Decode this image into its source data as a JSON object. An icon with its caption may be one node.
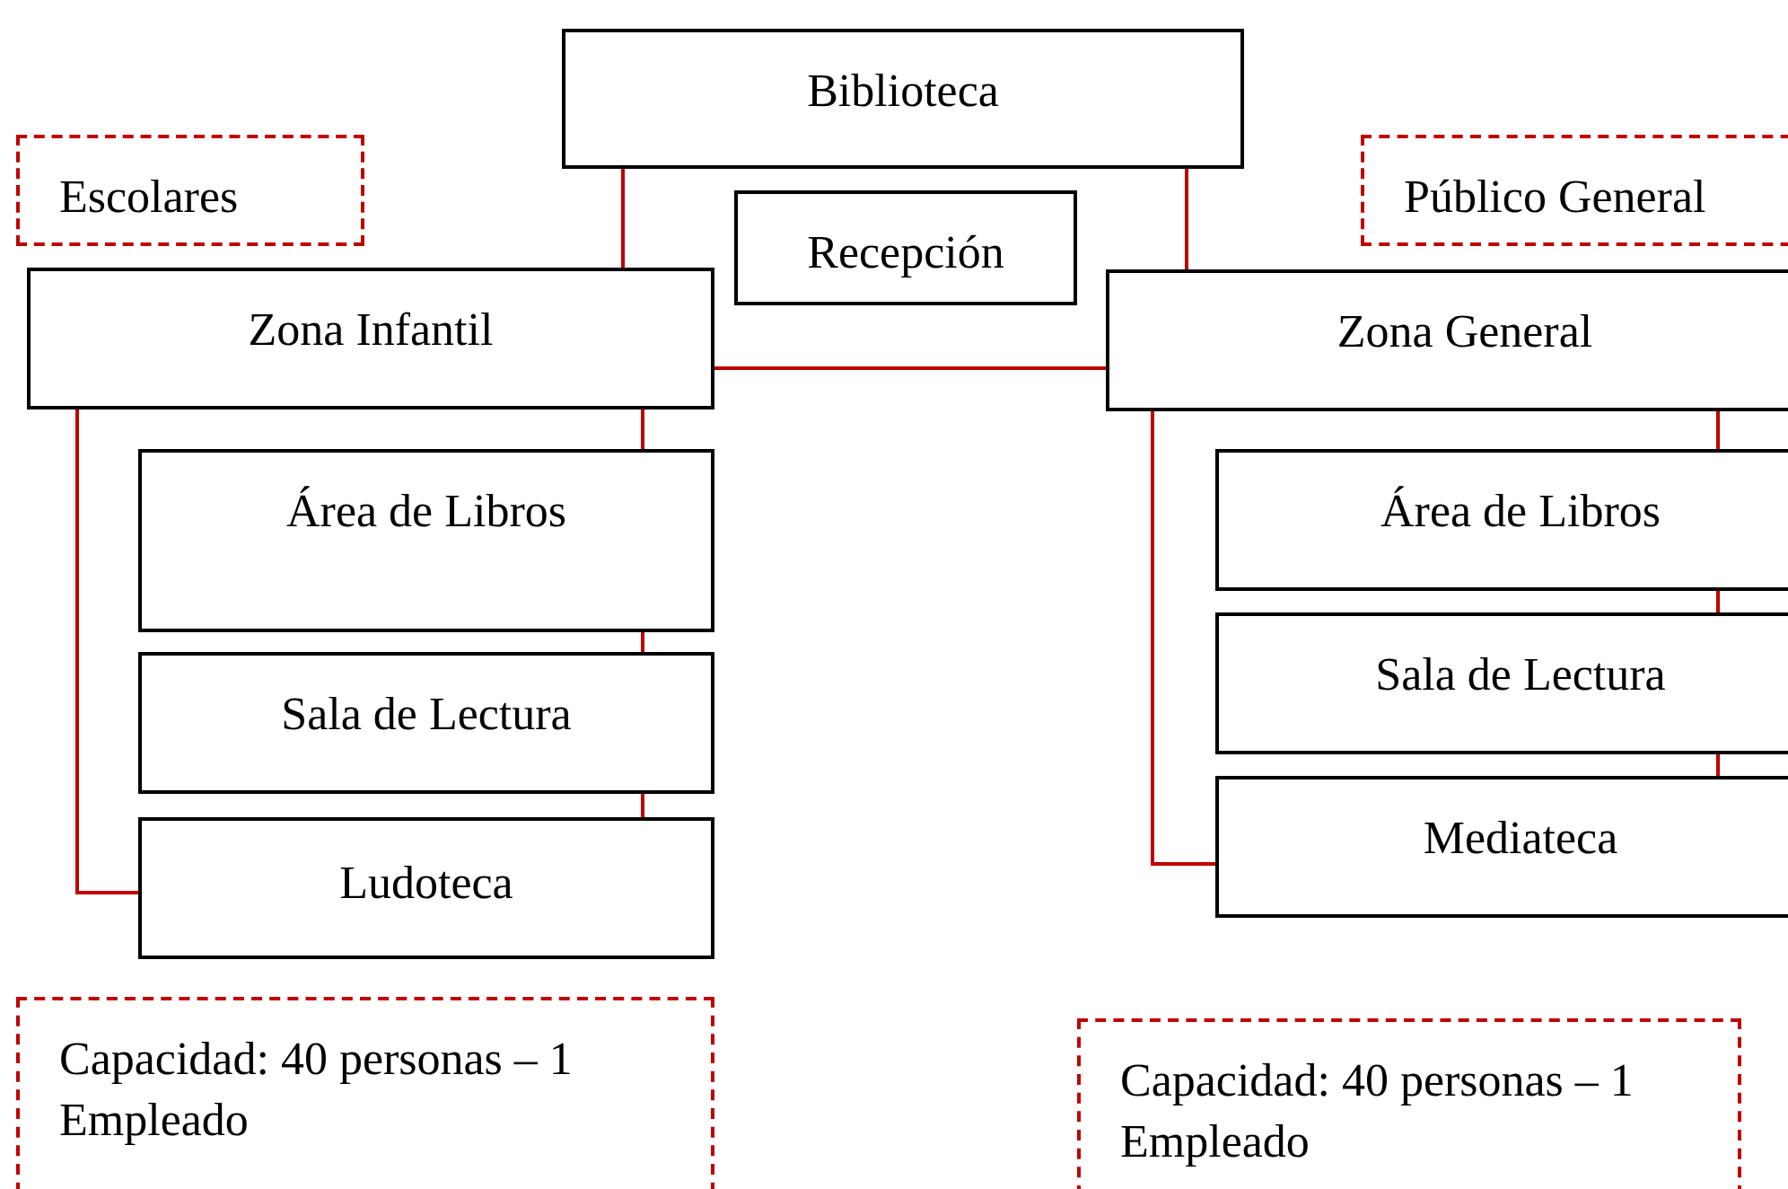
{
  "diagram": {
    "nodes": [
      {
        "text": [
          "Biblioteca"
        ]
      },
      {
        "text": [
          "Escolares"
        ]
      },
      {
        "text": [
          "Recepción"
        ]
      },
      {
        "text": [
          "Público General"
        ]
      },
      {
        "text": [
          "Zona Infantil"
        ]
      },
      {
        "text": [
          "Área de Libros"
        ]
      },
      {
        "text": [
          "Sala de Lectura"
        ]
      },
      {
        "text": [
          "Ludoteca"
        ]
      },
      {
        "text": [
          "Zona General"
        ]
      },
      {
        "text": [
          "Área de Libros"
        ]
      },
      {
        "text": [
          "Sala de Lectura"
        ]
      },
      {
        "text": [
          "Mediateca"
        ]
      },
      {
        "text": [
          "Capacidad: 40 personas – 1 Empleado"
        ]
      },
      {
        "text": [
          "Capacidad: 40 personas – 1 Empleado"
        ]
      }
    ],
    "edges": [
      {
        "from": 0,
        "to": 4,
        "arrow": "none"
      },
      {
        "from": 0,
        "to": 8,
        "arrow": "none"
      },
      {
        "from": 4,
        "to": 8,
        "arrow": "none"
      },
      {
        "from": 4,
        "to": 5,
        "arrow": "none"
      },
      {
        "from": 5,
        "to": 6,
        "arrow": "none"
      },
      {
        "from": 6,
        "to": 7,
        "arrow": "none"
      },
      {
        "from": 4,
        "to": 7,
        "arrow": "none"
      },
      {
        "from": 8,
        "to": 9,
        "arrow": "none"
      },
      {
        "from": 9,
        "to": 10,
        "arrow": "none"
      },
      {
        "from": 10,
        "to": 11,
        "arrow": "none"
      },
      {
        "from": 8,
        "to": 11,
        "arrow": "none"
      }
    ]
  }
}
